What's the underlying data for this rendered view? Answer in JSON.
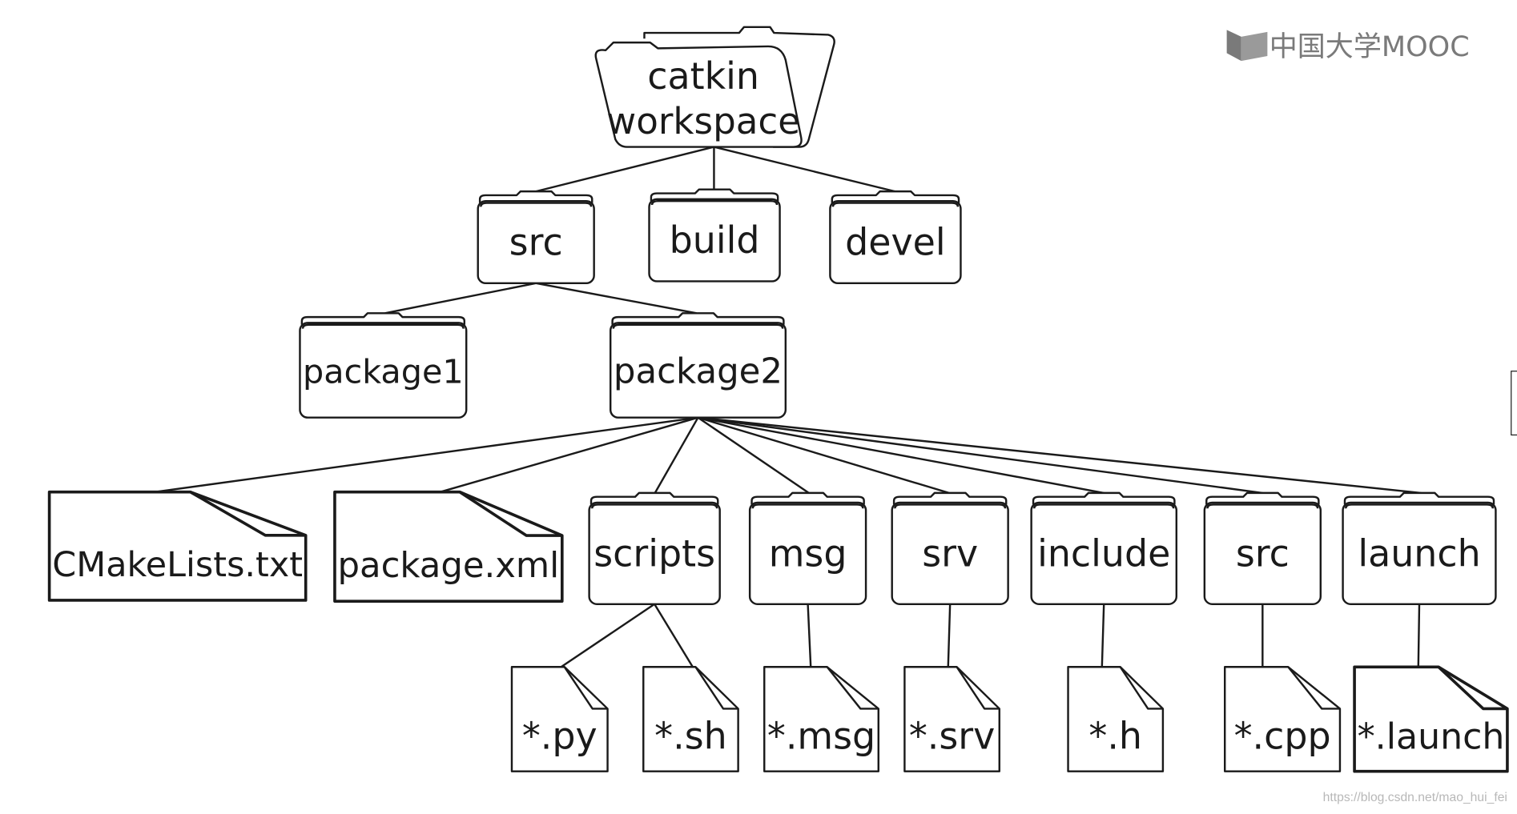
{
  "logo": {
    "text": "中国大学MOOC",
    "color": "#7a7a7a"
  },
  "watermark": "https://blog.csdn.net/mao_hui_fei",
  "colors": {
    "stroke": "#1a1a1a",
    "background": "#ffffff"
  },
  "nodes": [
    {
      "id": "workspace",
      "kind": "root-folder",
      "label": [
        "catkin",
        "workspace"
      ]
    },
    {
      "id": "src",
      "kind": "folder",
      "label": [
        "src"
      ]
    },
    {
      "id": "build",
      "kind": "folder",
      "label": [
        "build"
      ]
    },
    {
      "id": "devel",
      "kind": "folder",
      "label": [
        "devel"
      ]
    },
    {
      "id": "package1",
      "kind": "folder",
      "label": [
        "package1"
      ]
    },
    {
      "id": "package2",
      "kind": "folder",
      "label": [
        "package2"
      ]
    },
    {
      "id": "cmakelists",
      "kind": "file",
      "label": [
        "CMakeLists.txt"
      ]
    },
    {
      "id": "packagexml",
      "kind": "file",
      "label": [
        "package.xml"
      ]
    },
    {
      "id": "scripts",
      "kind": "folder",
      "label": [
        "scripts"
      ]
    },
    {
      "id": "msg",
      "kind": "folder",
      "label": [
        "msg"
      ]
    },
    {
      "id": "srv",
      "kind": "folder",
      "label": [
        "srv"
      ]
    },
    {
      "id": "include",
      "kind": "folder",
      "label": [
        "include"
      ]
    },
    {
      "id": "src2",
      "kind": "folder",
      "label": [
        "src"
      ]
    },
    {
      "id": "launch",
      "kind": "folder",
      "label": [
        "launch"
      ]
    },
    {
      "id": "py",
      "kind": "file",
      "label": [
        "*.py"
      ]
    },
    {
      "id": "sh",
      "kind": "file",
      "label": [
        "*.sh"
      ]
    },
    {
      "id": "msgfile",
      "kind": "file",
      "label": [
        "*.msg"
      ]
    },
    {
      "id": "srvfile",
      "kind": "file",
      "label": [
        "*.srv"
      ]
    },
    {
      "id": "hfile",
      "kind": "file",
      "label": [
        "*.h"
      ]
    },
    {
      "id": "cppfile",
      "kind": "file",
      "label": [
        "*.cpp"
      ]
    },
    {
      "id": "launchfile",
      "kind": "file",
      "label": [
        "*.launch"
      ]
    }
  ],
  "edges": [
    [
      "workspace",
      "src"
    ],
    [
      "workspace",
      "build"
    ],
    [
      "workspace",
      "devel"
    ],
    [
      "src",
      "package1"
    ],
    [
      "src",
      "package2"
    ],
    [
      "package2",
      "cmakelists"
    ],
    [
      "package2",
      "packagexml"
    ],
    [
      "package2",
      "scripts"
    ],
    [
      "package2",
      "msg"
    ],
    [
      "package2",
      "srv"
    ],
    [
      "package2",
      "include"
    ],
    [
      "package2",
      "src2"
    ],
    [
      "package2",
      "launch"
    ],
    [
      "scripts",
      "py"
    ],
    [
      "scripts",
      "sh"
    ],
    [
      "msg",
      "msgfile"
    ],
    [
      "srv",
      "srvfile"
    ],
    [
      "include",
      "hfile"
    ],
    [
      "src2",
      "cppfile"
    ],
    [
      "launch",
      "launchfile"
    ]
  ]
}
